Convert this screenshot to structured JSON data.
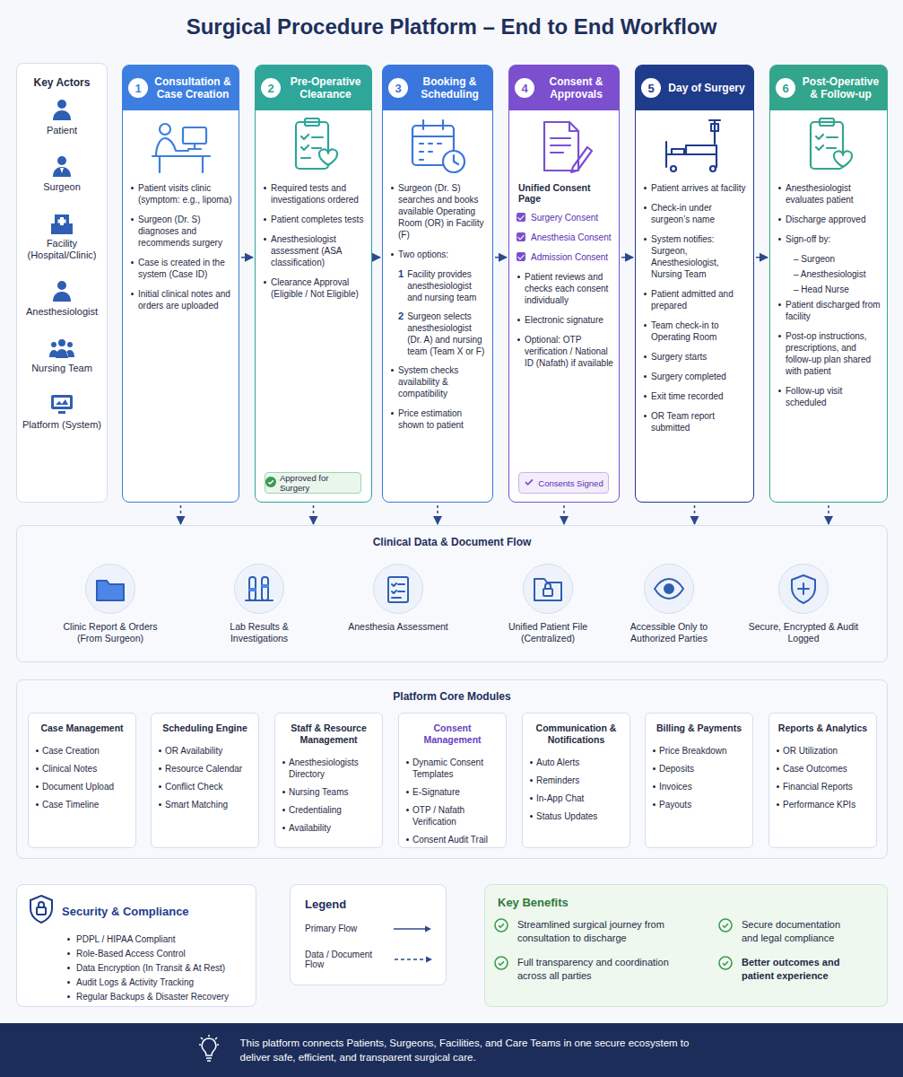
{
  "diagram": {
    "title": "Surgical Procedure Platform – End to End Workflow",
    "nodes": [
      {
        "text": [
          "Key Actors",
          "Patient",
          "Surgeon",
          "Facility (Hospital/Clinic)",
          "Anesthesiologist",
          "Nursing Team",
          "Platform (System)"
        ]
      },
      {
        "text": [
          "1",
          "Consultation & Case Creation",
          "Patient visits clinic (symptom: e.g., lipoma)",
          "Surgeon (Dr. S) diagnoses and recommends surgery",
          "Case is created in the system (Case ID)",
          "Initial clinical notes and orders are uploaded"
        ]
      },
      {
        "text": [
          "2",
          "Pre-Operative Clearance",
          "Required tests and investigations ordered",
          "Patient completes tests",
          "Anesthesiologist assessment (ASA classification)",
          "Clearance Approval (Eligible / Not Eligible)"
        ]
      },
      {
        "text": [
          "Approved for Surgery"
        ],
        "in": 2
      },
      {
        "text": [
          "3",
          "Booking & Scheduling",
          "Surgeon (Dr. S) searches and books available Operating Room (OR) in Facility (F)",
          "Two options:",
          "1",
          "Facility provides anesthesiologist and nursing team",
          "2",
          "Surgeon selects anesthesiologist (Dr. A) and nursing team (Team X or F)",
          "System checks availability & compatibility",
          "Price estimation shown to patient"
        ]
      },
      {
        "text": [
          "4",
          "Consent & Approvals",
          "Unified Consent Page",
          "Surgery Consent",
          "Anesthesia Consent",
          "Admission Consent",
          "Patient reviews and checks each consent individually",
          "Electronic signature",
          "Optional: OTP verification / National ID (Nafath) if available"
        ]
      },
      {
        "text": [
          "Consents Signed"
        ],
        "in": 5
      },
      {
        "text": [
          "5",
          "Day of Surgery",
          "Patient arrives at facility",
          "Check-in under surgeon’s name",
          "System notifies: Surgeon, Anesthesiologist, Nursing Team",
          "Patient admitted and prepared",
          "Team check-in to Operating Room",
          "Surgery starts",
          "Surgery completed",
          "Exit time recorded",
          "OR Team report submitted"
        ]
      },
      {
        "text": [
          "6",
          "Post-Operative & Follow-up",
          "Anesthesiologist evaluates patient",
          "Discharge approved",
          "Sign-off by:",
          "– Surgeon",
          "– Anesthesiologist",
          "– Head Nurse",
          "Patient discharged from facility",
          "Post-op instructions, prescriptions, and follow-up plan shared with patient",
          "Follow-up visit scheduled"
        ]
      },
      {
        "text": [
          "Clinical Data & Document Flow"
        ]
      },
      {
        "text": [
          "Clinic Report & Orders (From Surgeon)"
        ],
        "in": 9
      },
      {
        "text": [
          "Lab Results & Investigations"
        ],
        "in": 9
      },
      {
        "text": [
          "Anesthesia Assessment"
        ],
        "in": 9
      },
      {
        "text": [
          "Unified Patient File (Centralized)"
        ],
        "in": 9
      },
      {
        "text": [
          "Accessible Only to Authorized Parties"
        ],
        "in": 9
      },
      {
        "text": [
          "Secure, Encrypted & Audit Logged"
        ],
        "in": 9
      },
      {
        "text": [
          "Platform Core Modules"
        ]
      },
      {
        "text": [
          "Case Management",
          "Case Creation",
          "Clinical Notes",
          "Document Upload",
          "Case Timeline"
        ],
        "in": 16
      },
      {
        "text": [
          "Scheduling Engine",
          "OR Availability",
          "Resource Calendar",
          "Conflict Check",
          "Smart Matching"
        ],
        "in": 16
      },
      {
        "text": [
          "Staff & Resource Management",
          "Anesthesiologists Directory",
          "Nursing Teams",
          "Credentialing",
          "Availability"
        ],
        "in": 16
      },
      {
        "text": [
          "Consent Management",
          "Dynamic Consent Templates",
          "E-Signature",
          "OTP / Nafath Verification",
          "Consent Audit Trail"
        ],
        "in": 16
      },
      {
        "text": [
          "Communication & Notifications",
          "Auto Alerts",
          "Reminders",
          "In-App Chat",
          "Status Updates"
        ],
        "in": 16
      },
      {
        "text": [
          "Billing & Payments",
          "Price Breakdown",
          "Deposits",
          "Invoices",
          "Payouts"
        ],
        "in": 16
      },
      {
        "text": [
          "Reports & Analytics",
          "OR Utilization",
          "Case Outcomes",
          "Financial Reports",
          "Performance KPIs"
        ],
        "in": 16
      },
      {
        "text": [
          "Security & Compliance",
          "PDPL / HIPAA Compliant",
          "Role-Based Access Control",
          "Data Encryption (In Transit & At Rest)",
          "Audit Logs & Activity Tracking",
          "Regular Backups & Disaster Recovery"
        ]
      },
      {
        "text": [
          "Legend"
        ]
      },
      {
        "text": [
          "Key Benefits",
          "Streamlined surgical journey from consultation to discharge",
          "Secure documentation and legal compliance",
          "Full transparency and coordination across all parties",
          "Better outcomes and patient experience"
        ]
      },
      {
        "text": [
          "This platform connects Patients, Surgeons, Facilities, and Care Teams in one secure ecosystem to deliver safe, efficient, and transparent surgical care."
        ]
      }
    ],
    "edges": [
      {
        "from": 1,
        "to": 2,
        "arrow": "to"
      },
      {
        "from": 2,
        "to": 4,
        "arrow": "to"
      },
      {
        "from": 4,
        "to": 5,
        "arrow": "to"
      },
      {
        "from": 5,
        "to": 7,
        "arrow": "to"
      },
      {
        "from": 7,
        "to": 8,
        "arrow": "to"
      },
      {
        "from": 1,
        "to": 9,
        "arrow": "to"
      },
      {
        "from": 2,
        "to": 9,
        "arrow": "to"
      },
      {
        "from": 4,
        "to": 9,
        "arrow": "to"
      },
      {
        "from": 5,
        "to": 9,
        "arrow": "to"
      },
      {
        "from": 7,
        "to": 9,
        "arrow": "to"
      },
      {
        "from": 8,
        "to": 9,
        "arrow": "to"
      },
      {
        "from": 10,
        "to": 11,
        "arrow": "to"
      },
      {
        "from": 11,
        "to": 12,
        "arrow": "to"
      },
      {
        "from": 12,
        "to": 13,
        "arrow": "to"
      },
      {
        "from": 13,
        "to": 14,
        "arrow": "to"
      },
      {
        "from": 14,
        "to": 15,
        "arrow": "to"
      }
    ],
    "legend": [
      {
        "text": "Primary Flow"
      },
      {
        "text": "Data / Document Flow"
      }
    ]
  }
}
